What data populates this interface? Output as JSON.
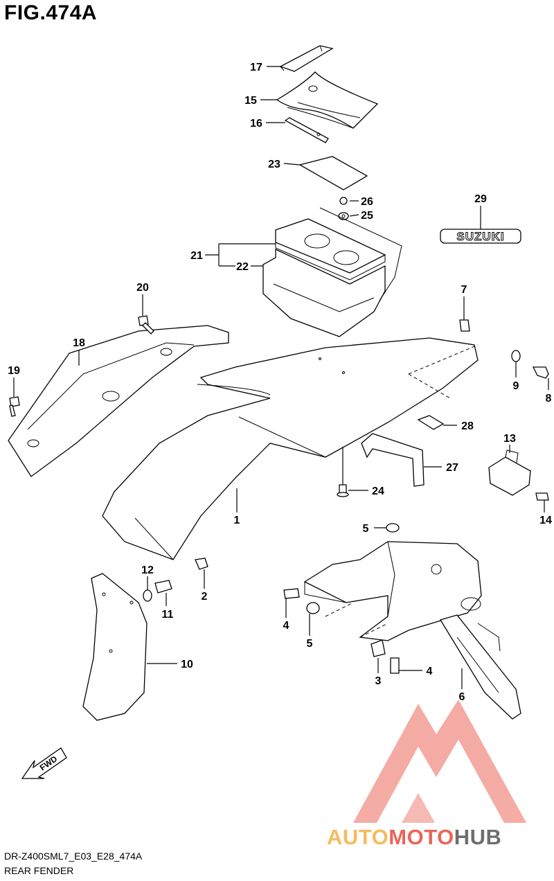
{
  "figure": {
    "title": "FIG.474A",
    "model_code": "DR-Z400SML7_E03_E28_474A",
    "section_name": "REAR FENDER"
  },
  "parts": [
    {
      "no": "1"
    },
    {
      "no": "2"
    },
    {
      "no": "3"
    },
    {
      "no": "4"
    },
    {
      "no": "5"
    },
    {
      "no": "6"
    },
    {
      "no": "7"
    },
    {
      "no": "8"
    },
    {
      "no": "9"
    },
    {
      "no": "10"
    },
    {
      "no": "11"
    },
    {
      "no": "12"
    },
    {
      "no": "13"
    },
    {
      "no": "14"
    },
    {
      "no": "15"
    },
    {
      "no": "16"
    },
    {
      "no": "17"
    },
    {
      "no": "18"
    },
    {
      "no": "19"
    },
    {
      "no": "20"
    },
    {
      "no": "21"
    },
    {
      "no": "22"
    },
    {
      "no": "23"
    },
    {
      "no": "24"
    },
    {
      "no": "25"
    },
    {
      "no": "26"
    },
    {
      "no": "27"
    },
    {
      "no": "28"
    },
    {
      "no": "29"
    }
  ],
  "emblem_text": "SUZUKI",
  "fwd_arrow_text": "FWD",
  "watermark": {
    "text_part_1": "AUTO",
    "text_part_2": "MOTO",
    "text_part_3": "HUB",
    "color_orange": "#f5b041",
    "color_red": "#e74c3c",
    "color_gray": "#555555"
  }
}
